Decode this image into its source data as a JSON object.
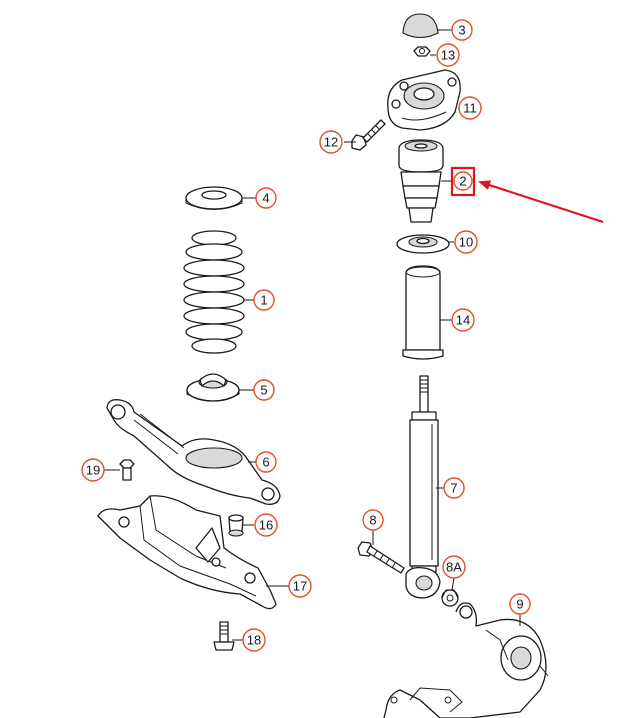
{
  "callouts": [
    {
      "id": "p3",
      "label": "3"
    },
    {
      "id": "p13",
      "label": "13"
    },
    {
      "id": "p11",
      "label": "11"
    },
    {
      "id": "p12",
      "label": "12"
    },
    {
      "id": "p2",
      "label": "2"
    },
    {
      "id": "p4",
      "label": "4"
    },
    {
      "id": "p10",
      "label": "10"
    },
    {
      "id": "p1",
      "label": "1"
    },
    {
      "id": "p14",
      "label": "14"
    },
    {
      "id": "p5",
      "label": "5"
    },
    {
      "id": "p6",
      "label": "6"
    },
    {
      "id": "p7",
      "label": "7"
    },
    {
      "id": "p19",
      "label": "19"
    },
    {
      "id": "p16",
      "label": "16"
    },
    {
      "id": "p8",
      "label": "8"
    },
    {
      "id": "p8a",
      "label": "8A"
    },
    {
      "id": "p9",
      "label": "9"
    },
    {
      "id": "p17",
      "label": "17"
    },
    {
      "id": "p18",
      "label": "18"
    }
  ],
  "colors": {
    "callout_ring": "#e2502a",
    "highlight": "#e0141e",
    "line": "#1a1a1a"
  },
  "highlighted_part": "2"
}
